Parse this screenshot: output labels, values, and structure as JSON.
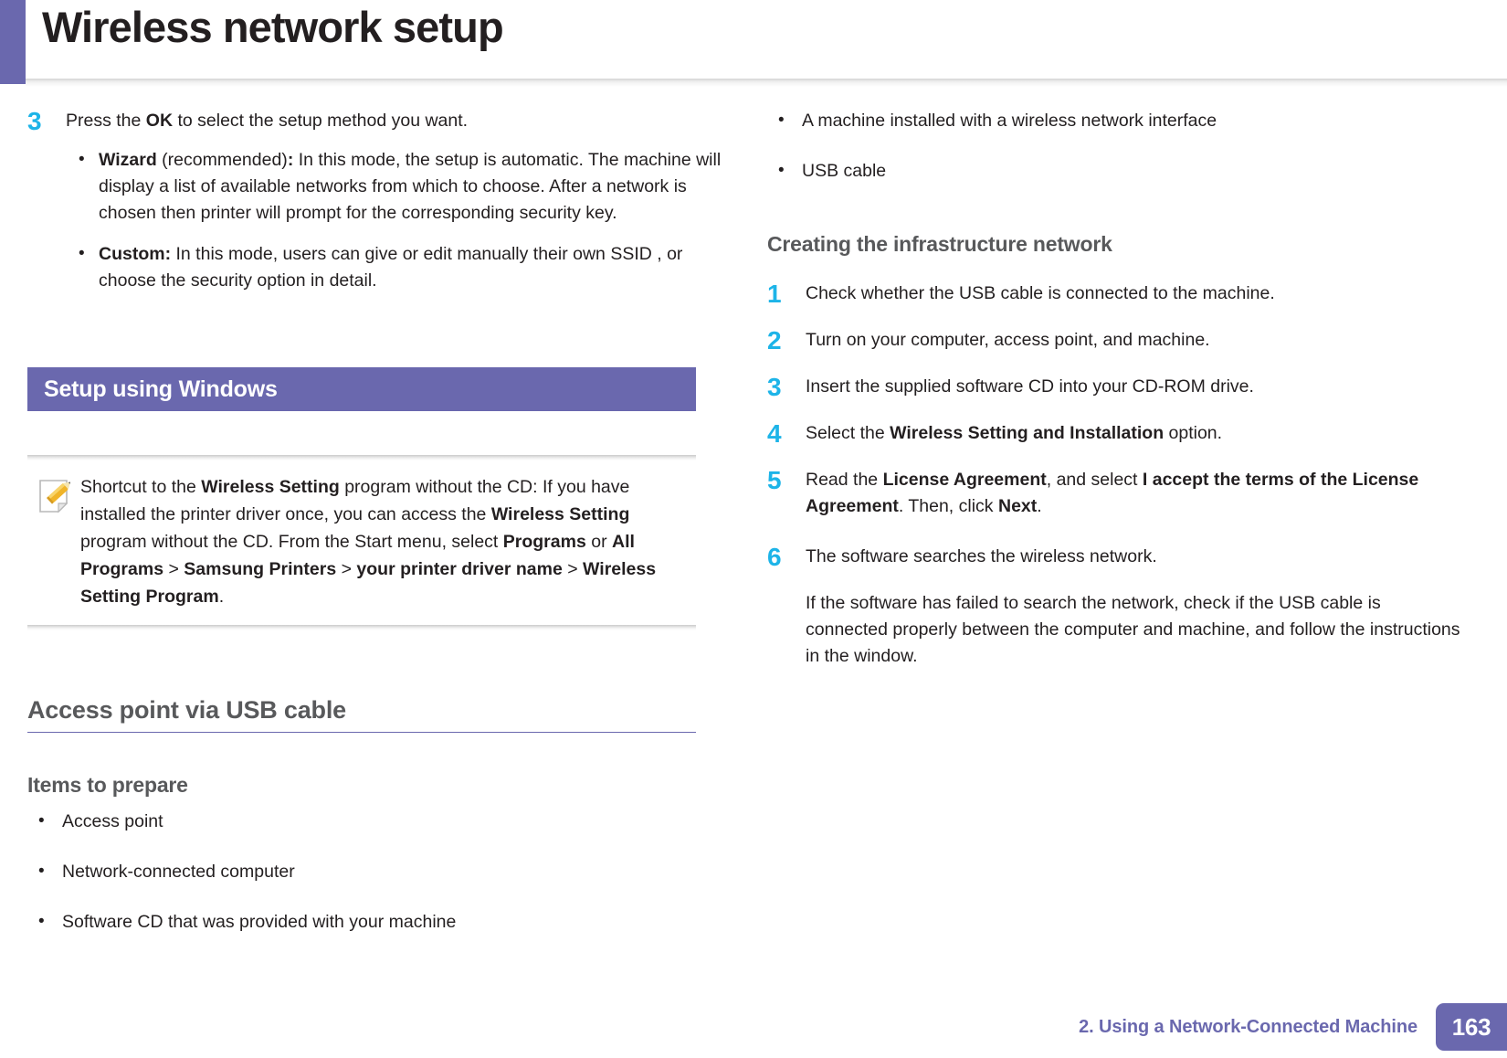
{
  "header": {
    "title": "Wireless network setup",
    "accent_color": "#6a68ae"
  },
  "colors": {
    "purple": "#6a68ae",
    "cyan": "#1db4e8",
    "heading_gray": "#58595b",
    "body_black": "#231f20"
  },
  "left_column": {
    "step3": {
      "number": "3",
      "intro_a": "Press the ",
      "intro_b": "OK",
      "intro_c": " to select the setup method you want.",
      "bullets": [
        {
          "bold": "Wizard",
          "mid": " (recommended)",
          "bold2": ":",
          "rest": " In this mode, the setup is automatic. The machine will display a list of available networks from which to choose. After a network is chosen then printer will prompt for the corresponding security key."
        },
        {
          "bold": "Custom:",
          "rest": " In this mode, users can give or edit manually their own SSID , or choose the security option in detail."
        }
      ]
    },
    "section_banner": "Setup using Windows",
    "note": {
      "icon_name": "note-pencil-icon",
      "t1": "Shortcut to the ",
      "b1": "Wireless Setting",
      "t2": " program without the CD: If you have installed the printer driver once, you can access the ",
      "b2": "Wireless Setting",
      "t3": " program without the CD. From the Start menu, select ",
      "b3": "Programs",
      "t4": " or ",
      "b4": "All Programs",
      "t5": " > ",
      "b5": "Samsung Printers",
      "t6": " > ",
      "b6": "your printer driver name",
      "t7": " > ",
      "b7": "Wireless Setting Program",
      "t8": "."
    },
    "heading_major": "Access point via USB cable",
    "heading_minor": "Items to prepare",
    "items": [
      "Access point",
      "Network-connected computer",
      "Software CD that was provided with your machine"
    ]
  },
  "right_column": {
    "items_continued": [
      "A machine installed with a wireless network interface",
      "USB cable"
    ],
    "heading_minor": "Creating the infrastructure network",
    "steps": [
      {
        "number": "1",
        "t1": "Check whether the USB cable is connected to the machine."
      },
      {
        "number": "2",
        "t1": "Turn on your computer, access point, and machine."
      },
      {
        "number": "3",
        "t1": "Insert the supplied software CD into your CD-ROM drive."
      },
      {
        "number": "4",
        "t1": "Select the ",
        "b1": "Wireless Setting and Installation",
        "t2": " option."
      },
      {
        "number": "5",
        "t1": "Read the ",
        "b1": "License Agreement",
        "t2": ", and select ",
        "b2": "I accept the terms of the License Agreement",
        "t3": ". Then, click ",
        "b3": "Next",
        "t4": "."
      },
      {
        "number": "6",
        "t1": "The software searches the wireless network.",
        "p2": "If the software has failed to search the network, check if the USB cable is connected properly between the computer and machine, and follow the instructions in the window."
      }
    ]
  },
  "footer": {
    "chapter": "2.  Using a Network-Connected Machine",
    "page_number": "163"
  }
}
